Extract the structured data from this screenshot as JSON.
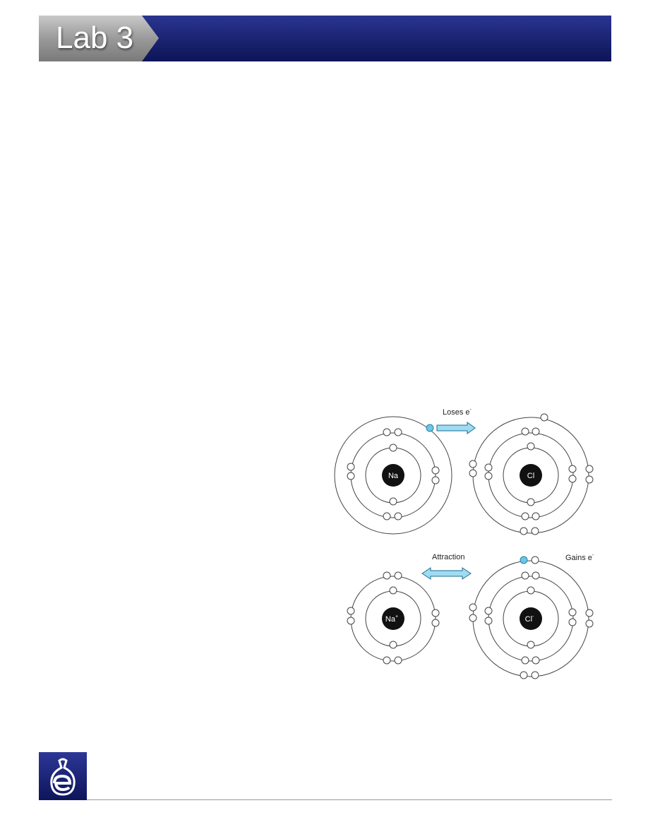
{
  "header": {
    "title": "Lab 3"
  },
  "diagram": {
    "top": {
      "arrow_label": "Loses e",
      "arrow_superscript": "-",
      "left_atom": {
        "symbol": "Na",
        "charge": ""
      },
      "right_atom": {
        "symbol": "Cl",
        "charge": ""
      }
    },
    "bottom": {
      "arrow_label": "Attraction",
      "gain_label": "Gains e",
      "gain_superscript": "-",
      "left_atom": {
        "symbol": "Na",
        "charge": "+"
      },
      "right_atom": {
        "symbol": "Cl",
        "charge": "-"
      }
    },
    "colors": {
      "transfer_electron": "#6cc6e6",
      "electron": "#ffffff",
      "nucleus": "#111111",
      "arrow_fill": "#9fdcf2"
    }
  },
  "footer": {
    "logo_icon": "flask-e-icon"
  }
}
